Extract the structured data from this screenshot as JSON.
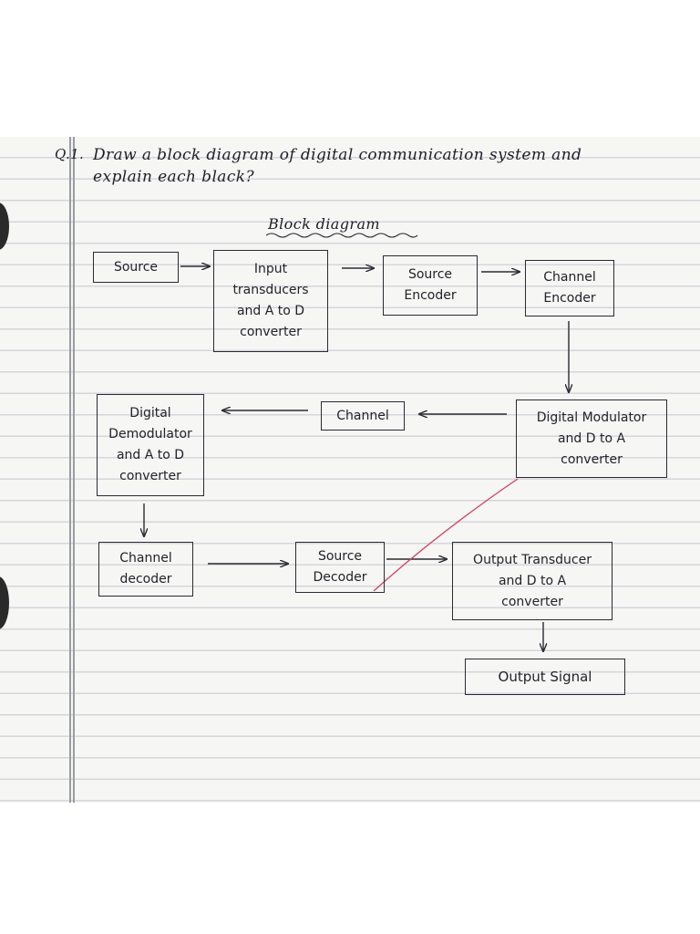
{
  "question": {
    "number": "Q.1.",
    "line1": "Draw a block diagram of digital communication system and",
    "line2": "explain each black?"
  },
  "diagram": {
    "heading": "Block diagram",
    "blocks": {
      "source": [
        "Source"
      ],
      "input_transducers": [
        "Input",
        "transducers",
        "and A to D",
        "converter"
      ],
      "source_encoder": [
        "Source",
        "Encoder"
      ],
      "channel_encoder": [
        "Channel",
        "Encoder"
      ],
      "digital_modulator": [
        "Digital Modulator",
        "and D to A",
        "converter"
      ],
      "channel": [
        "Channel"
      ],
      "digital_demodulator": [
        "Digital",
        "Demodulator",
        "and A to D",
        "converter"
      ],
      "channel_decoder": [
        "Channel",
        "decoder"
      ],
      "source_decoder": [
        "Source",
        "Decoder"
      ],
      "output_transducer": [
        "Output Transducer",
        "and D to A",
        "converter"
      ],
      "output_signal": [
        "Output Signal"
      ]
    }
  },
  "colors": {
    "ink": "#22222a",
    "pen_red": "#d04060",
    "rule_line": "#d4d6dc",
    "margin_line": "#9a9ca4"
  }
}
